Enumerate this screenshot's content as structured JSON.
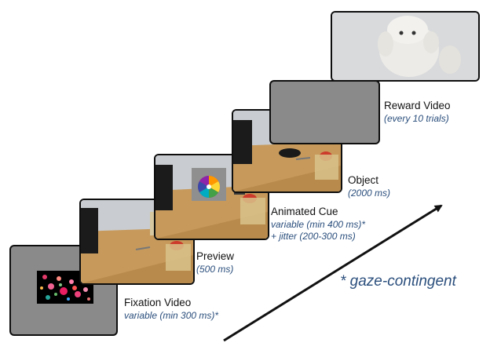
{
  "steps": [
    {
      "title": "Fixation Video",
      "lines": [
        "variable (min 300 ms)*"
      ]
    },
    {
      "title": "Preview",
      "lines": [
        "(500 ms)"
      ]
    },
    {
      "title": "Animated Cue",
      "lines": [
        "variable (min 400 ms)*",
        "+ jitter (200-300 ms)"
      ]
    },
    {
      "title": "Object",
      "lines": [
        "(2000 ms)"
      ]
    },
    {
      "title": "Reward Video",
      "lines": [
        "(every 10 trials)"
      ]
    }
  ],
  "note": "* gaze-contingent",
  "colors": {
    "annotation": "#2a4e7c",
    "frame_gray": "#8a8a8a"
  }
}
